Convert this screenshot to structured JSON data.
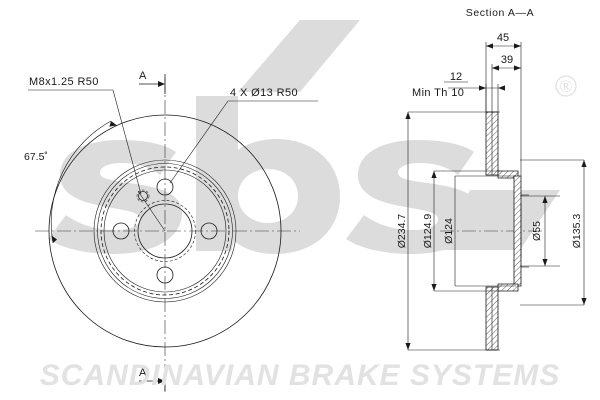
{
  "document": {
    "type": "technical-drawing",
    "title": "Brake Disc Technical Drawing",
    "brand_watermark": "sbs",
    "registered_mark": "®",
    "footer_text": "SCANDINAVIAN BRAKE SYSTEMS"
  },
  "front_view": {
    "section_marker_top": "A",
    "section_marker_bottom": "A",
    "annotations": [
      {
        "id": "thread-note",
        "text": "M8x1.25  R50"
      },
      {
        "id": "hole-note",
        "text": "4 X  Ø13  R50"
      },
      {
        "id": "angle-note",
        "text": "67.5˚"
      }
    ]
  },
  "section_view": {
    "title": "Section  A—A",
    "horizontal_dimensions": [
      {
        "id": "overall-width",
        "text": "45"
      },
      {
        "id": "offset-width",
        "text": "39"
      },
      {
        "id": "disc-thickness",
        "text": "12"
      }
    ],
    "notes": [
      {
        "id": "min-thickness",
        "text": "Min  Th  10"
      }
    ],
    "vertical_dimensions_left": [
      {
        "id": "outer-diameter",
        "text": "Ø234.7"
      },
      {
        "id": "vent-diameter",
        "text": "Ø124.9"
      },
      {
        "id": "hub-flange-diameter",
        "text": "Ø124"
      }
    ],
    "vertical_dimensions_right": [
      {
        "id": "center-bore",
        "text": "Ø55"
      },
      {
        "id": "pitch-circle-outer",
        "text": "Ø135.3"
      }
    ]
  },
  "colors": {
    "line": "#1a1a1a",
    "watermark": "#dcdcdc",
    "footer": "#e2e2e2",
    "background": "#ffffff"
  }
}
